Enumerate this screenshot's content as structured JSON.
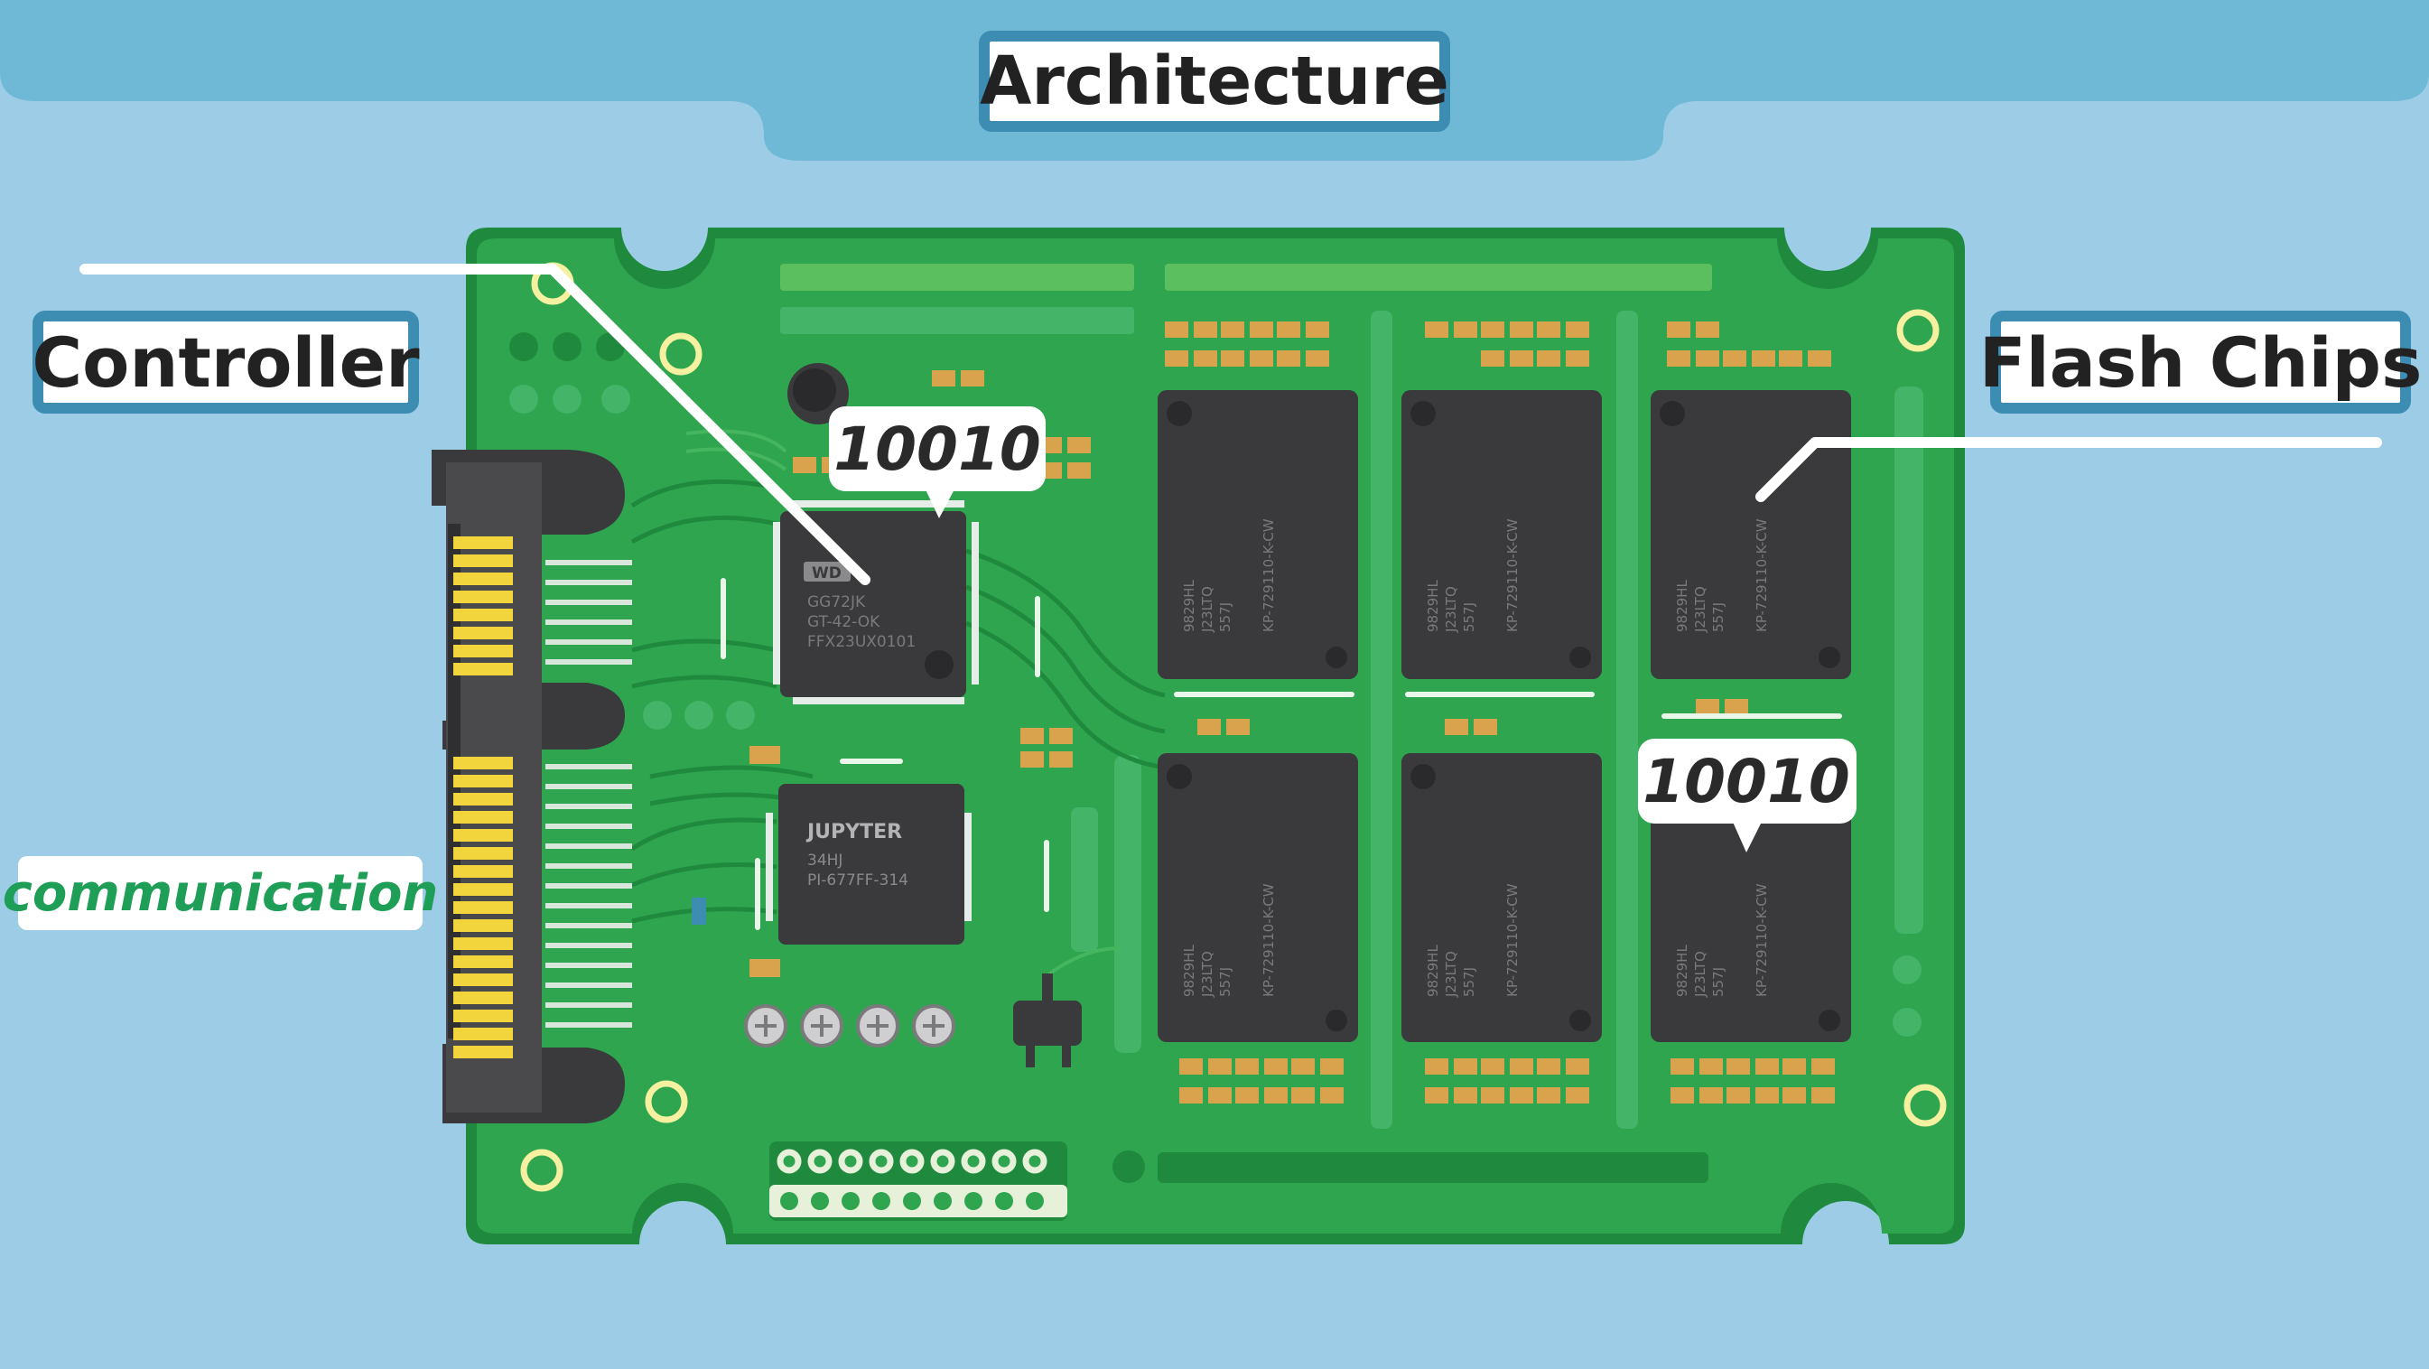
{
  "title": "Architecture",
  "labels": {
    "controller": "Controller",
    "flash_chips": "Flash Chips",
    "communication": "communication"
  },
  "bubbles": {
    "controller_data": "10010",
    "flash_data": "10010"
  },
  "chips": {
    "controller_brand": "WD",
    "controller_lines": [
      "GG72JK",
      "GT-42-OK",
      "FFX23UX0101"
    ],
    "secondary_lines": [
      "JUPYTER",
      "34HJ",
      "PI-677FF-314"
    ],
    "flash_side_lines": [
      "9829HL",
      "J23LTQ",
      "557J"
    ],
    "flash_main_line": "KP-729110-K-CW"
  },
  "colors": {
    "background": "#9dcde6",
    "board": "#2ea54e",
    "board_dark": "#1f8a3e",
    "chip": "#3a3a3c",
    "connector_pins": "#f2d43c",
    "label_border": "#3d8db3",
    "communication_text": "#1e9e56"
  }
}
